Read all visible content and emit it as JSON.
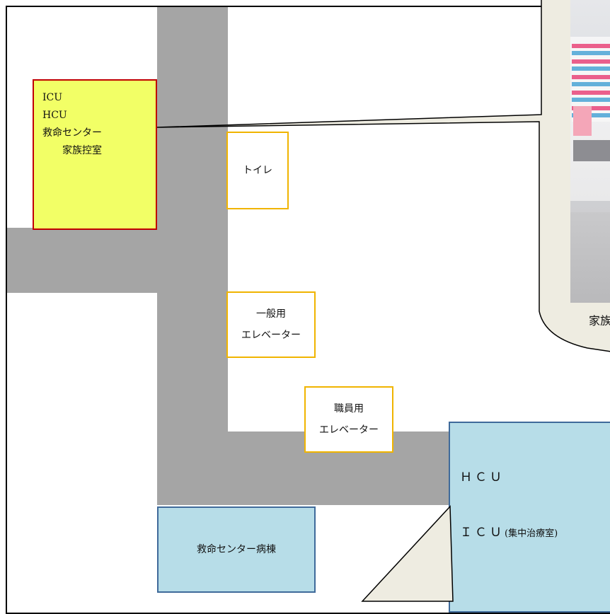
{
  "rooms": {
    "family_room": {
      "lines": [
        "ICU",
        "HCU",
        "救命センター",
        "家族控室"
      ]
    },
    "toilet": "トイレ",
    "general_elevator": [
      "一般用",
      "エレベーター"
    ],
    "staff_elevator": [
      "職員用",
      "エレベーター"
    ],
    "hcu_icu": {
      "hcu": "ＨＣＵ",
      "icu": "ＩＣＵ",
      "icu_note": "(集中治療室)"
    },
    "emergency_ward": "救命センター病棟"
  },
  "callout": {
    "caption": "家族"
  },
  "colors": {
    "corridor": "#a5a5a5",
    "family_room_fill": "#f2ff66",
    "family_room_border": "#c00000",
    "facility_border": "#f0b400",
    "ward_fill": "#b7dde8",
    "ward_border": "#3f6a9a",
    "callout_fill": "#eeece1"
  }
}
